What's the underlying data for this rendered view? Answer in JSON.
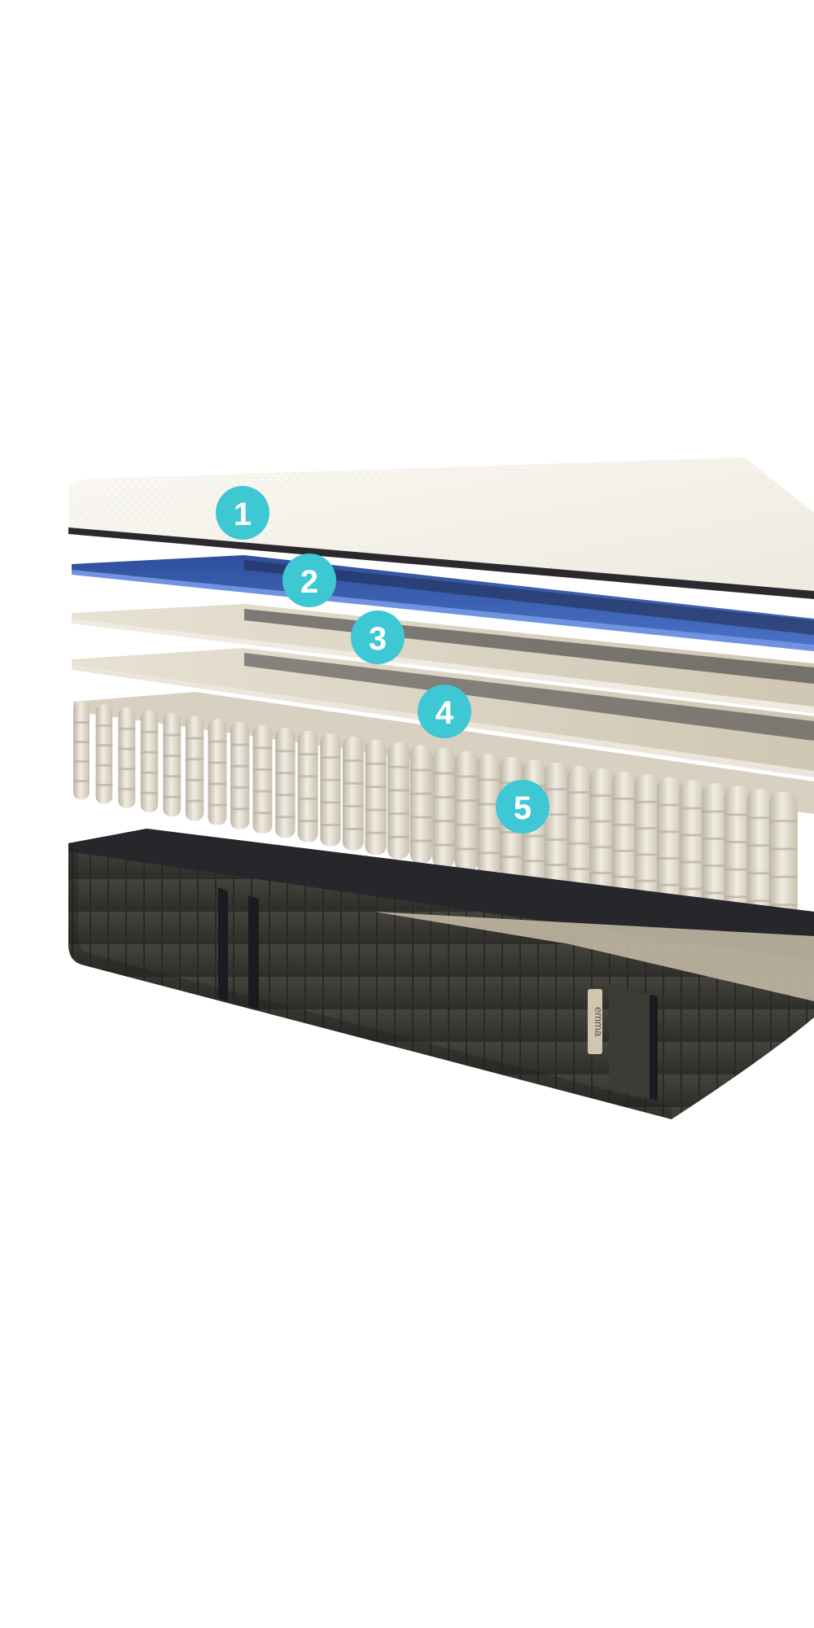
{
  "image": {
    "subject": "mattress-layers-exploded-view",
    "background_color": "#ffffff"
  },
  "colors": {
    "marker": "#3ec8d4",
    "marker_text": "#ffffff",
    "top_foam": "#f4f1ea",
    "blue_layer": "#3d62b8",
    "blue_layer_light": "#5b82d6",
    "beige_layer": "#d9d2c2",
    "spring": "#e6e0d2",
    "base_cover": "#3b3934",
    "base_top": "#26262b"
  },
  "brand_label": "emma",
  "markers": [
    {
      "label": "1",
      "layer": "top-cover-foam"
    },
    {
      "label": "2",
      "layer": "blue-foam-layer"
    },
    {
      "label": "3",
      "layer": "beige-foam-layer-upper"
    },
    {
      "label": "4",
      "layer": "beige-foam-layer-lower"
    },
    {
      "label": "5",
      "layer": "pocket-spring-layer"
    }
  ]
}
